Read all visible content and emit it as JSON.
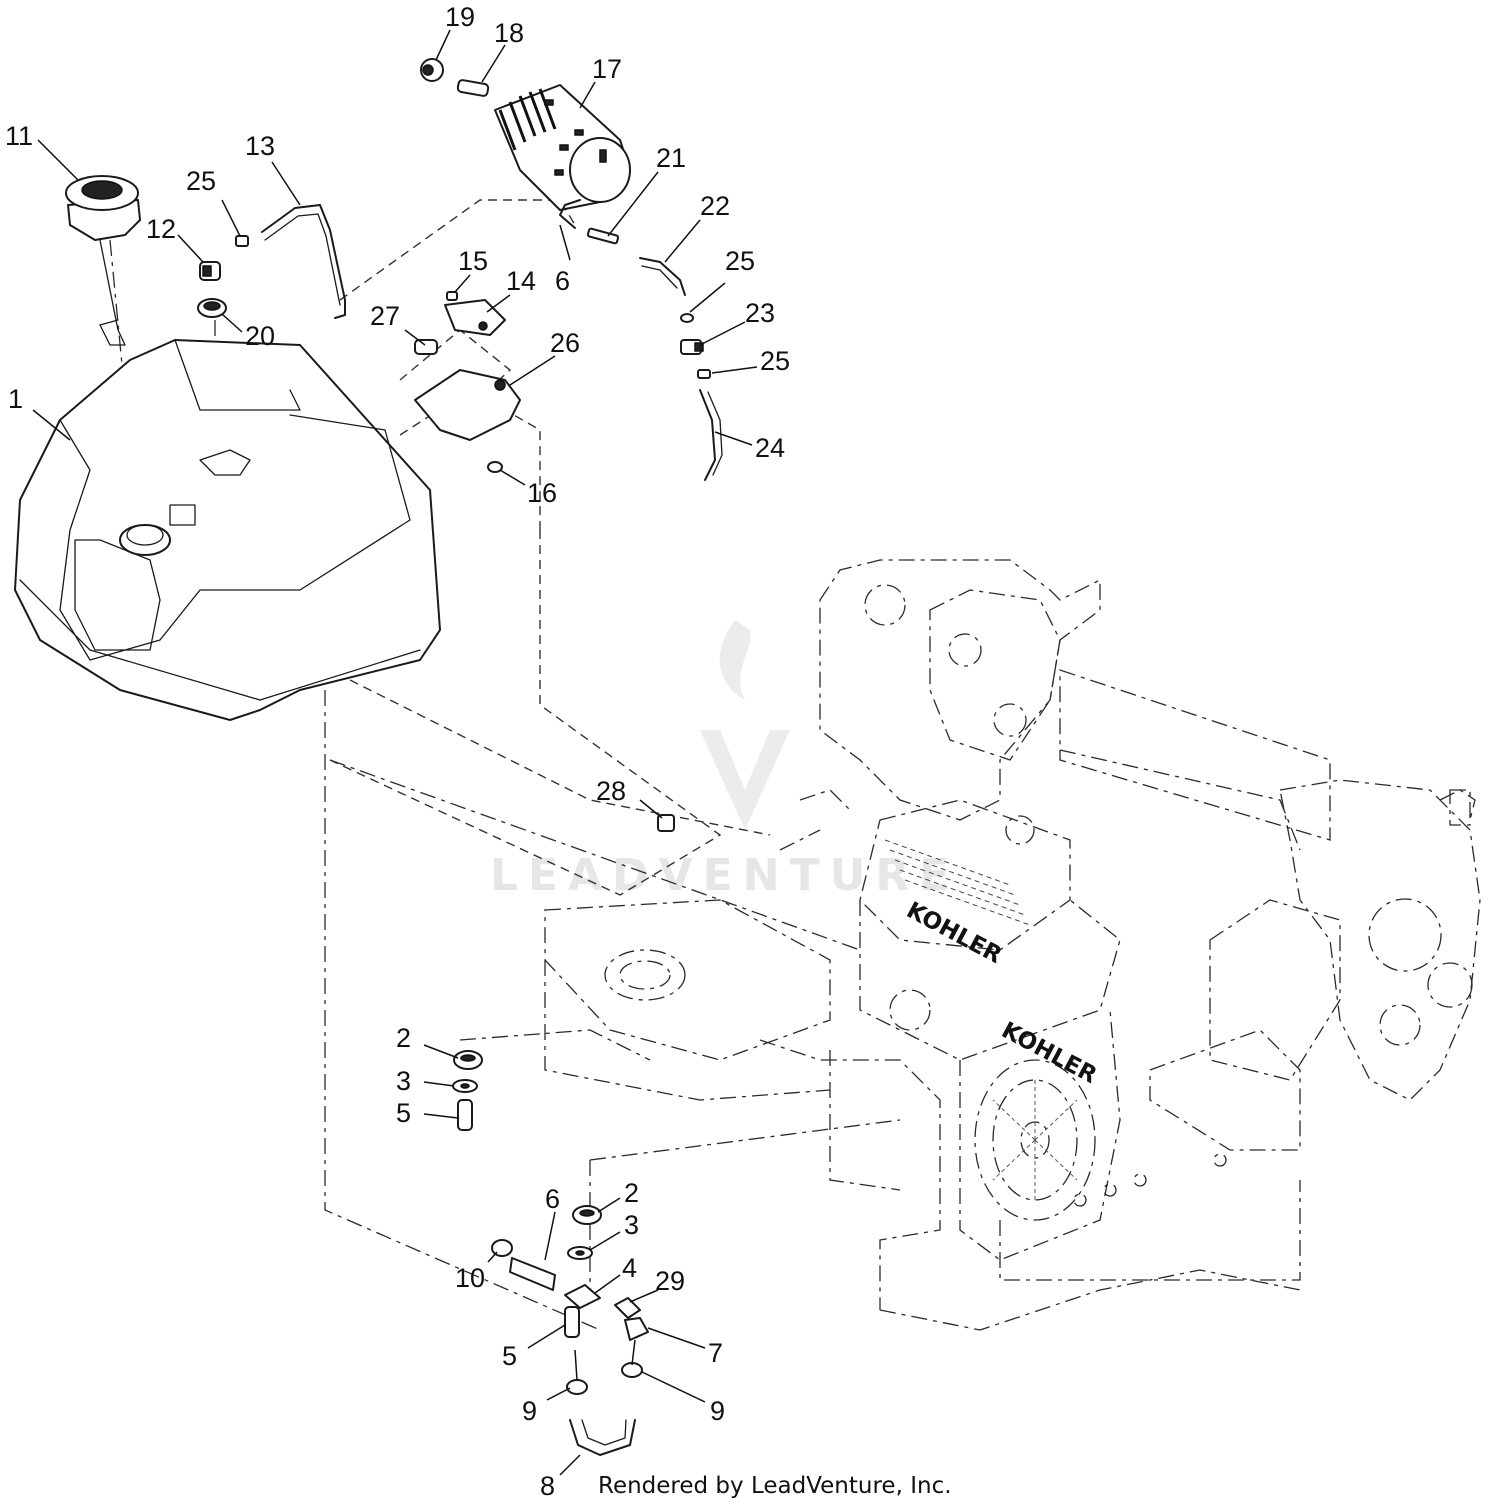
{
  "diagram": {
    "callouts": [
      {
        "label": "1"
      },
      {
        "label": "2"
      },
      {
        "label": "3"
      },
      {
        "label": "5"
      },
      {
        "label": "2"
      },
      {
        "label": "3"
      },
      {
        "label": "4"
      },
      {
        "label": "5"
      },
      {
        "label": "6"
      },
      {
        "label": "6"
      },
      {
        "label": "7"
      },
      {
        "label": "8"
      },
      {
        "label": "9"
      },
      {
        "label": "9"
      },
      {
        "label": "10"
      },
      {
        "label": "11"
      },
      {
        "label": "12"
      },
      {
        "label": "13"
      },
      {
        "label": "14"
      },
      {
        "label": "15"
      },
      {
        "label": "16"
      },
      {
        "label": "17"
      },
      {
        "label": "18"
      },
      {
        "label": "19"
      },
      {
        "label": "20"
      },
      {
        "label": "21"
      },
      {
        "label": "22"
      },
      {
        "label": "23"
      },
      {
        "label": "24"
      },
      {
        "label": "25"
      },
      {
        "label": "25"
      },
      {
        "label": "25"
      },
      {
        "label": "26"
      },
      {
        "label": "27"
      },
      {
        "label": "28"
      },
      {
        "label": "29"
      }
    ],
    "engine_brand": "KOHLER",
    "watermark_text": "LEADVENTURE",
    "footer": "Rendered by LeadVenture, Inc."
  }
}
